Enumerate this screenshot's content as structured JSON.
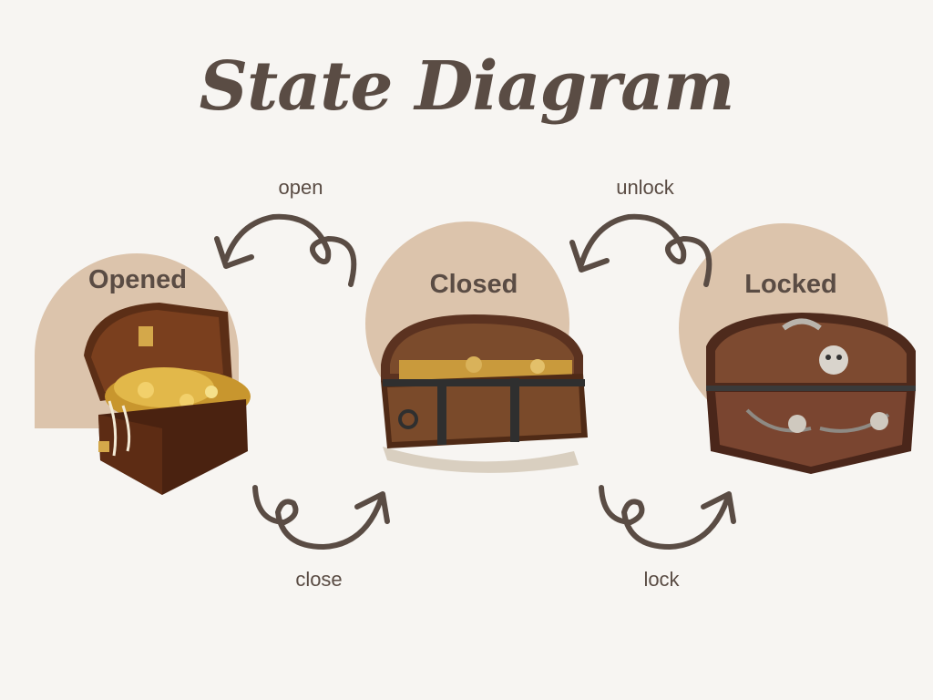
{
  "title": "State Diagram",
  "states": {
    "opened": "Opened",
    "closed": "Closed",
    "locked": "Locked"
  },
  "transitions": {
    "open": "open",
    "unlock": "unlock",
    "close": "close",
    "lock": "lock"
  },
  "colors": {
    "background": "#f7f5f2",
    "circle": "#dcc4ac",
    "text": "#5a4c44"
  },
  "icons": {
    "opened": "open-treasure-chest-icon",
    "closed": "closed-treasure-chest-icon",
    "locked": "locked-treasure-chest-icon"
  }
}
